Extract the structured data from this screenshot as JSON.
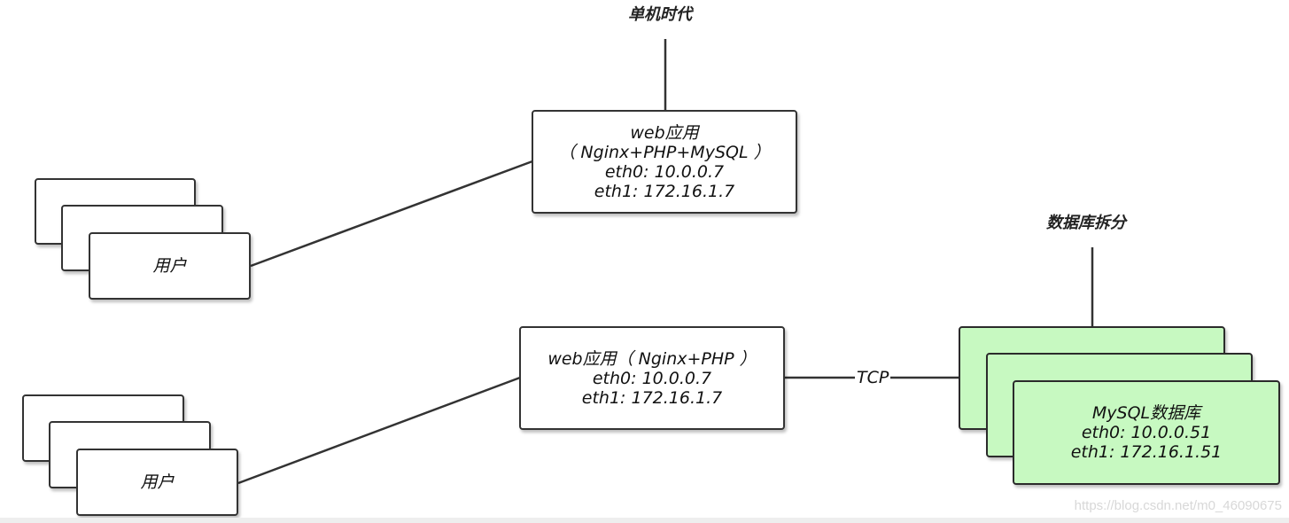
{
  "captions": {
    "top": "单机时代",
    "db_split": "数据库拆分"
  },
  "top_section": {
    "user_label": "用户",
    "web_app": {
      "line1": "web应用",
      "line2": "（ Nginx+PHP+MySQL ）",
      "line3": "eth0: 10.0.0.7",
      "line4": "eth1: 172.16.1.7"
    }
  },
  "bottom_section": {
    "user_label": "用户",
    "web_app": {
      "line1": "web应用（ Nginx+PHP ）",
      "line2": "eth0: 10.0.0.7",
      "line3": "eth1: 172.16.1.7"
    },
    "connection_label": "TCP",
    "mysql": {
      "line1": "MySQL数据库",
      "line2": "eth0: 10.0.0.51",
      "line3": "eth1: 172.16.1.51"
    }
  },
  "colors": {
    "db_fill": "#c7f9c1",
    "stroke": "#333333"
  },
  "watermark": "https://blog.csdn.net/m0_46090675"
}
